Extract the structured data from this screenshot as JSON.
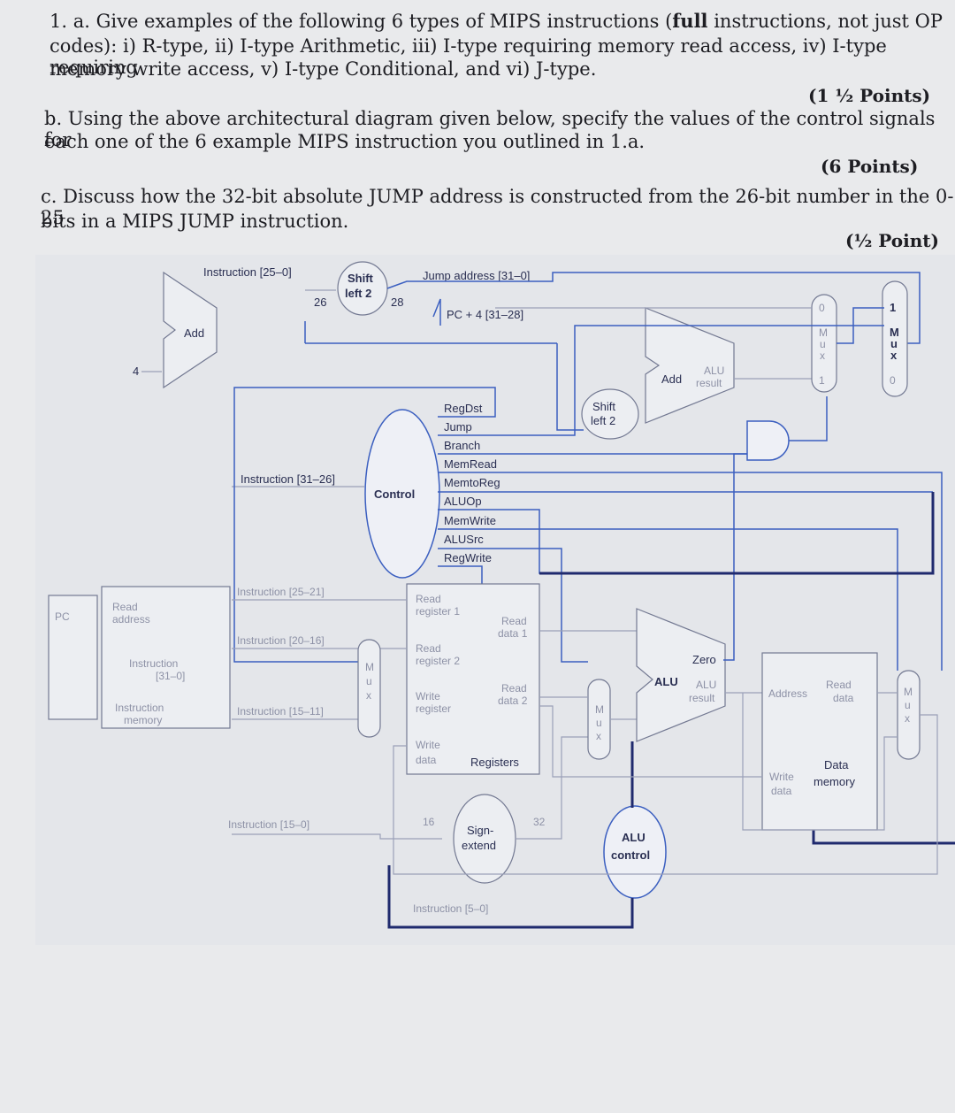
{
  "question": {
    "a_text_1": "1. a. Give examples of the following 6 types of MIPS instructions (",
    "a_bold": "full",
    "a_text_2": " instructions, not just OP",
    "a_text_line2": "codes): i) R-type, ii) I-type Arithmetic, iii) I-type requiring memory read access, iv) I-type requiring",
    "a_text_line3": "memory write access, v) I-type Conditional, and vi) J-type.",
    "a_points": "(1 ½ Points)",
    "b_text_line1": "b. Using the above architectural diagram given below, specify the values of the control signals for",
    "b_text_line2": "each one of the 6 example MIPS instruction you outlined in 1.a.",
    "b_points": "(6 Points)",
    "c_text_line1": "c. Discuss how the 32-bit absolute JUMP address is constructed from the 26-bit number in the 0-25",
    "c_text_line2": "bits in a MIPS JUMP instruction.",
    "c_points": "(½ Point)"
  },
  "diagram": {
    "instr_25_0": "Instruction [25–0]",
    "shift_left_2_top": "Shift",
    "shift_left_2_top_b": "left 2",
    "bits_26": "26",
    "bits_28": "28",
    "jump_address": "Jump address [31–0]",
    "pc_plus4": "PC + 4 [31–28]",
    "add_left": "Add",
    "four": "4",
    "add_right": "Add",
    "alu_result_top_a": "ALU",
    "alu_result_top_b": "result",
    "shift_left_2_mid_a": "Shift",
    "shift_left_2_mid_b": "left 2",
    "mux_top_0": "0",
    "mux_top_1": "1",
    "mux_far_1": "1",
    "mux_far_0": "0",
    "control": "Control",
    "instr_31_26": "Instruction [31–26]",
    "signals": [
      "RegDst",
      "Jump",
      "Branch",
      "MemRead",
      "MemtoReg",
      "ALUOp",
      "MemWrite",
      "ALUSrc",
      "RegWrite"
    ],
    "pc": "PC",
    "read_address_a": "Read",
    "read_address_b": "address",
    "instr_31_0_a": "Instruction",
    "instr_31_0_b": "[31–0]",
    "instr_mem_a": "Instruction",
    "instr_mem_b": "memory",
    "instr_25_21": "Instruction [25–21]",
    "instr_20_16": "Instruction [20–16]",
    "instr_15_11": "Instruction [15–11]",
    "instr_15_0": "Instruction [15–0]",
    "instr_5_0": "Instruction [5–0]",
    "read_reg1_a": "Read",
    "read_reg1_b": "register 1",
    "read_reg2_a": "Read",
    "read_reg2_b": "register 2",
    "write_reg_a": "Write",
    "write_reg_b": "register",
    "write_data_a": "Write",
    "write_data_b": "data",
    "read_data1_a": "Read",
    "read_data1_b": "data 1",
    "read_data2_a": "Read",
    "read_data2_b": "data 2",
    "registers": "Registers",
    "sign_extend_a": "Sign-",
    "sign_extend_b": "extend",
    "bits_16": "16",
    "bits_32": "32",
    "alu_control_a": "ALU",
    "alu_control_b": "control",
    "zero": "Zero",
    "alu": "ALU",
    "alu_result_a": "ALU",
    "alu_result_b": "result",
    "address": "Address",
    "read_data_a": "Read",
    "read_data_b": "data",
    "data_memory_a": "Data",
    "data_memory_b": "memory",
    "write_data_mem_a": "Write",
    "write_data_mem_b": "data",
    "mux_letters": [
      "M",
      "u",
      "x"
    ]
  }
}
